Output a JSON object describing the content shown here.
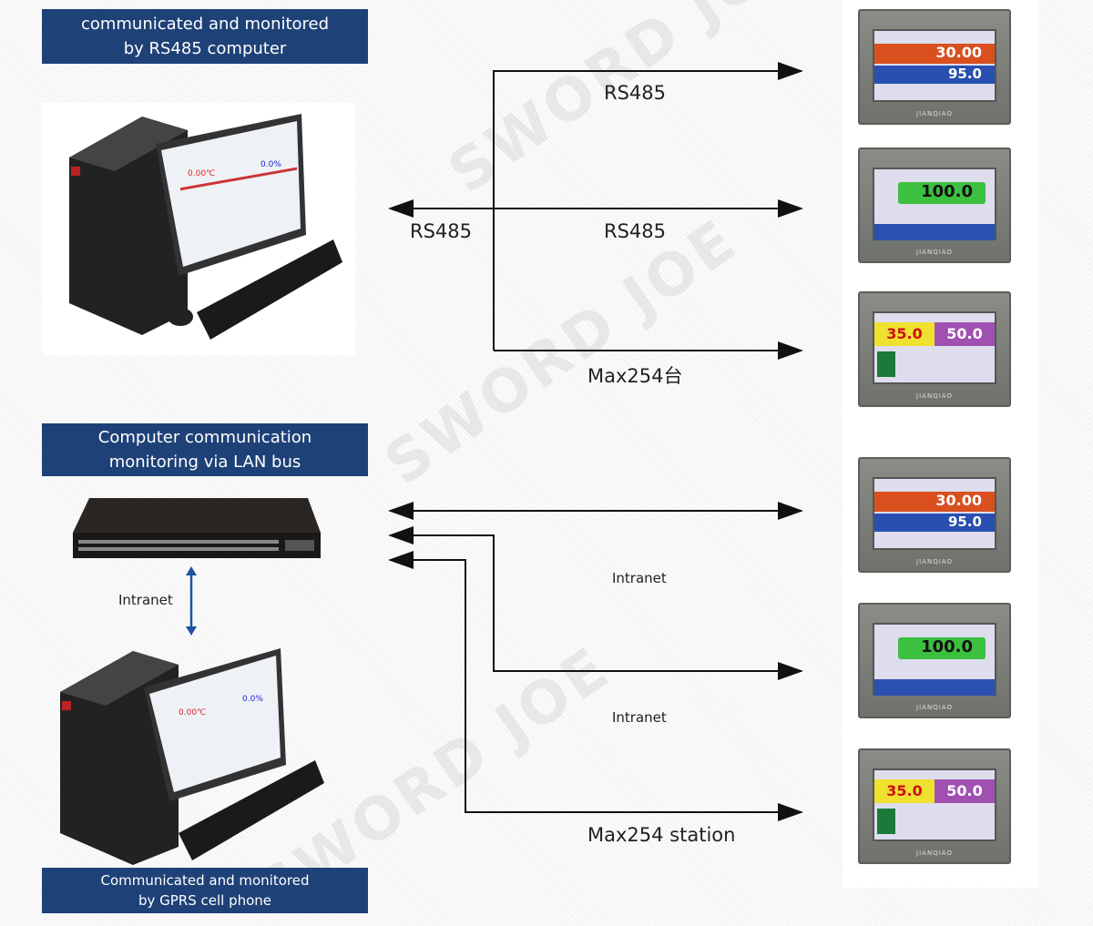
{
  "labels": {
    "rs485_computer": [
      "communicated and monitored",
      "by RS485 computer"
    ],
    "lan_bus": [
      "Computer communication",
      "monitoring via LAN bus"
    ],
    "gprs": [
      "Communicated and monitored",
      "by GPRS cell phone"
    ]
  },
  "top_links": {
    "line1": "RS485",
    "left": "RS485",
    "line2": "RS485",
    "max": "Max254台"
  },
  "bottom_links": {
    "intranet_left": "Intranet",
    "line2": "Intranet",
    "line3": "Intranet",
    "max": "Max254 station"
  },
  "controllers": [
    {
      "type": "dual",
      "v1": "30.00",
      "v2": "95.0",
      "c1": "#d9501e",
      "c2": "#2850b0"
    },
    {
      "type": "single",
      "v1": "100.0",
      "c1": "#3cc040"
    },
    {
      "type": "yp",
      "v1": "35.0",
      "v2": "50.0",
      "c1": "#f0e030",
      "c2": "#a050b0"
    },
    {
      "type": "dual",
      "v1": "30.00",
      "v2": "95.0",
      "c1": "#d9501e",
      "c2": "#2850b0"
    },
    {
      "type": "single",
      "v1": "100.0",
      "c1": "#3cc040"
    },
    {
      "type": "yp",
      "v1": "35.0",
      "v2": "50.0",
      "c1": "#f0e030",
      "c2": "#a050b0"
    }
  ],
  "controller_brand": "JIANQIAO",
  "watermark": "SWORD JOE"
}
